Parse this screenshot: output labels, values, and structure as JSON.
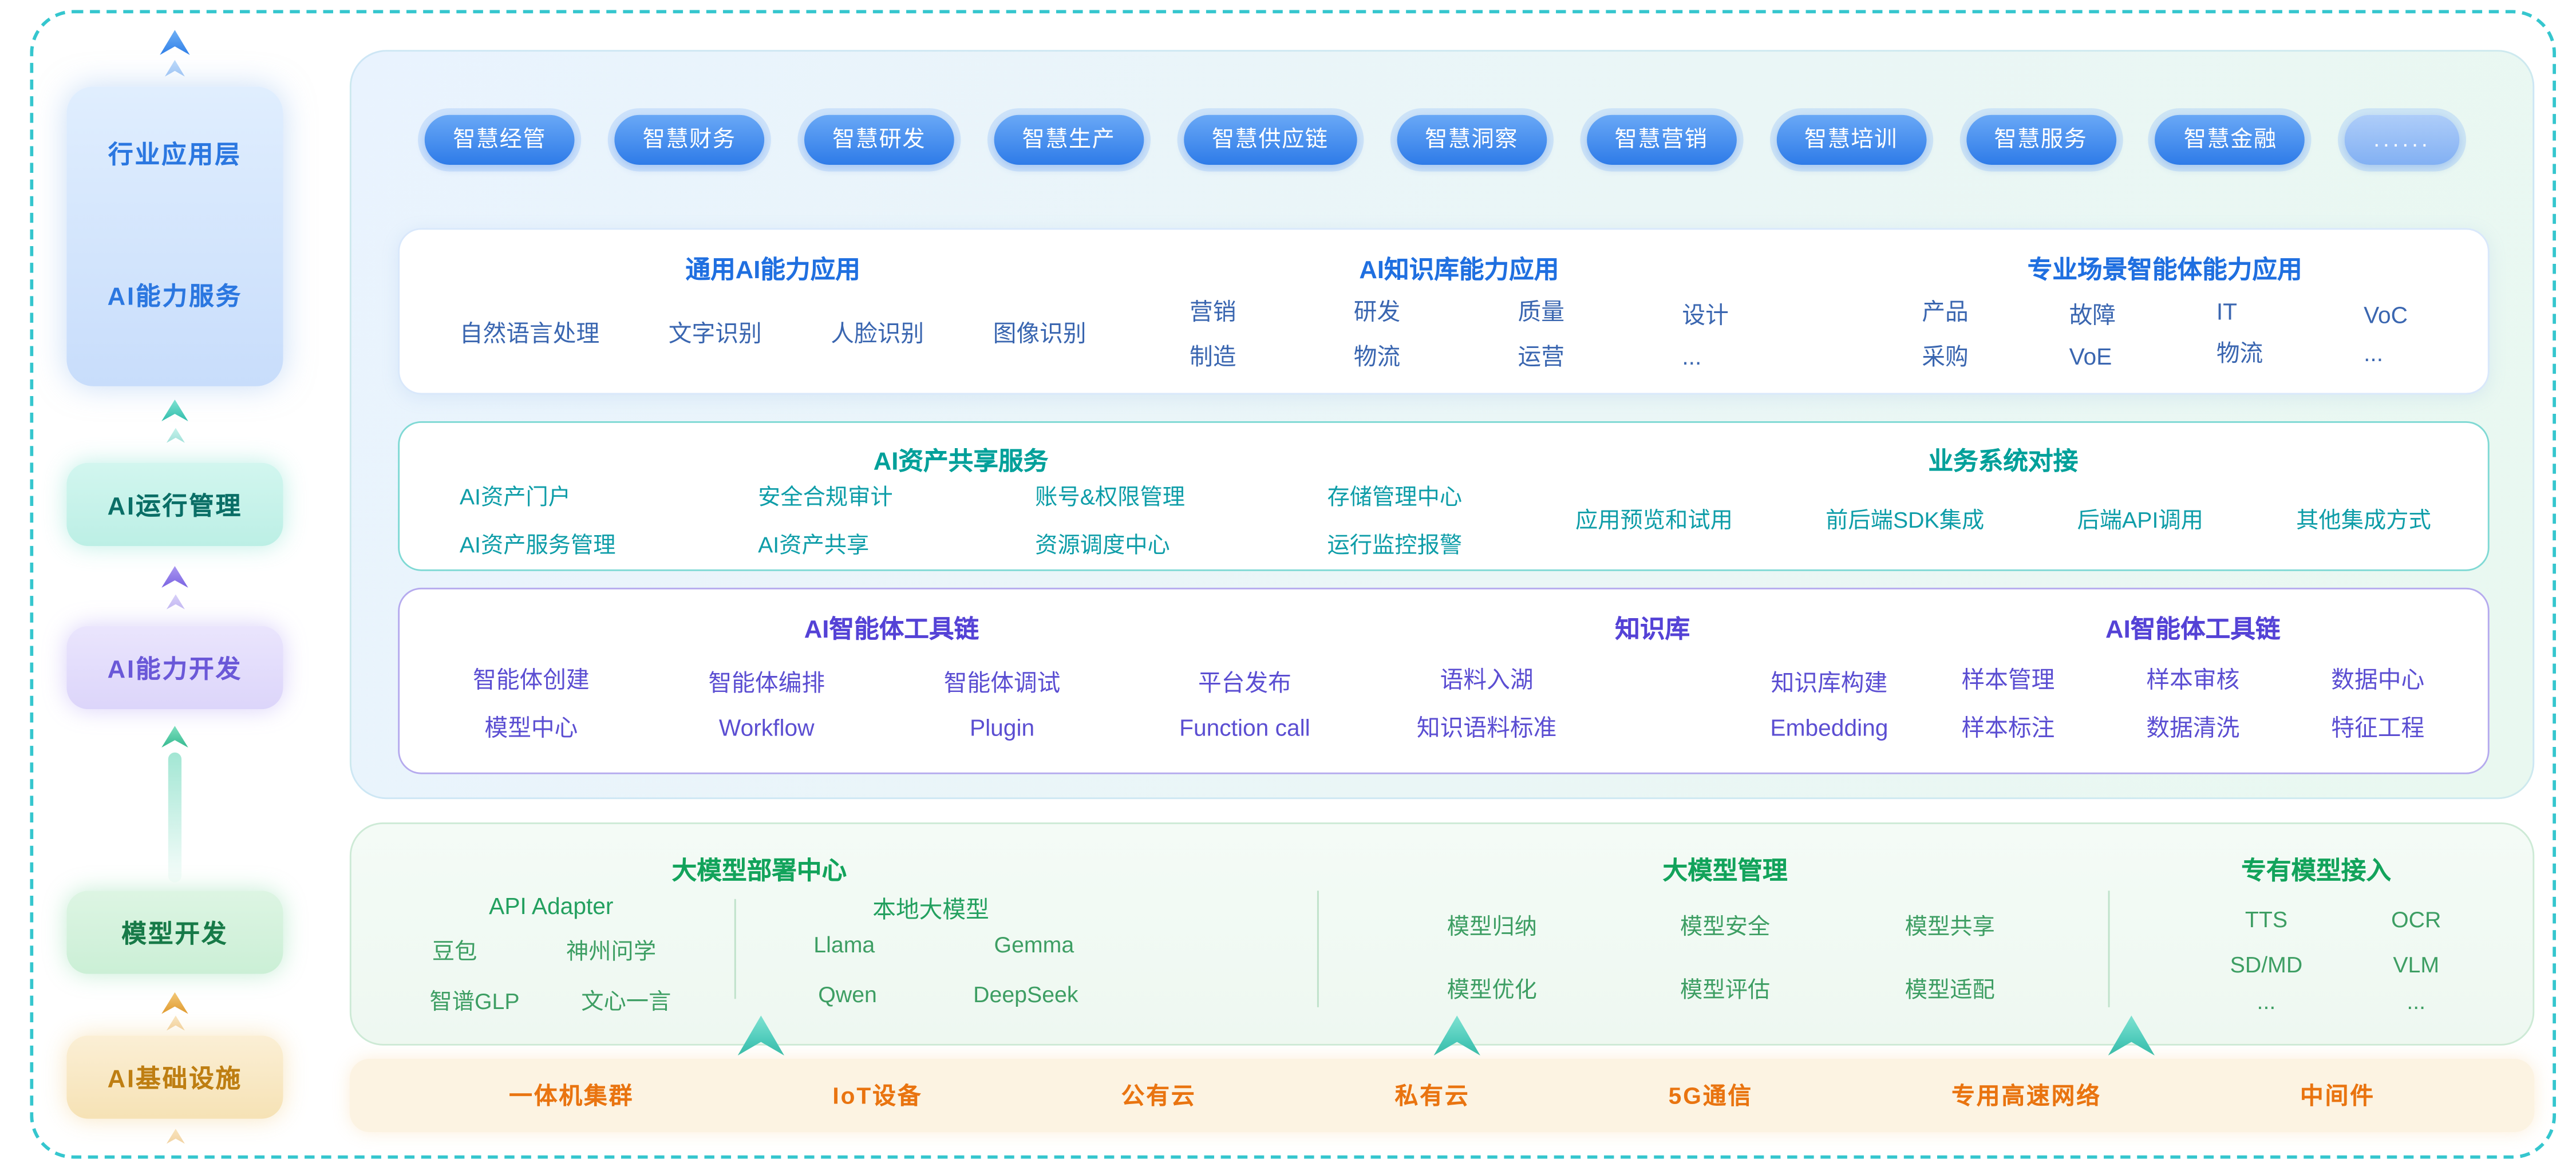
{
  "sidebar": {
    "app_top": "行业应用层",
    "app_bottom": "AI能力服务",
    "runtime": "AI运行管理",
    "dev": "AI能力开发",
    "model": "模型开发",
    "infra": "AI基础设施"
  },
  "pills": [
    "智慧经管",
    "智慧财务",
    "智慧研发",
    "智慧生产",
    "智慧供应链",
    "智慧洞察",
    "智慧营销",
    "智慧培训",
    "智慧服务",
    "智慧金融",
    "......"
  ],
  "capability": {
    "general": {
      "title": "通用AI能力应用",
      "items": [
        "自然语言处理",
        "文字识别",
        "人脸识别",
        "图像识别"
      ]
    },
    "knowledge": {
      "title": "AI知识库能力应用",
      "cols": [
        [
          "营销",
          "制造"
        ],
        [
          "研发",
          "物流"
        ],
        [
          "质量",
          "运营"
        ],
        [
          "设计",
          "..."
        ]
      ]
    },
    "scene": {
      "title": "专业场景智能体能力应用",
      "cols": [
        [
          "产品",
          "采购"
        ],
        [
          "故障",
          "VoE"
        ],
        [
          "IT",
          "物流"
        ],
        [
          "VoC",
          "..."
        ]
      ]
    }
  },
  "asset": {
    "share": {
      "title": "AI资产共享服务",
      "cols": [
        [
          "AI资产门户",
          "AI资产服务管理"
        ],
        [
          "安全合规审计",
          "AI资产共享"
        ],
        [
          "账号&权限管理",
          "资源调度中心"
        ],
        [
          "存储管理中心",
          "运行监控报警"
        ]
      ]
    },
    "integration": {
      "title": "业务系统对接",
      "items": [
        "应用预览和试用",
        "前后端SDK集成",
        "后端API调用",
        "其他集成方式"
      ]
    }
  },
  "toolchain": {
    "agent": {
      "title": "AI智能体工具链",
      "cols": [
        [
          "智能体创建",
          "模型中心"
        ],
        [
          "智能体编排",
          "Workflow"
        ],
        [
          "智能体调试",
          "Plugin"
        ],
        [
          "平台发布",
          "Function call"
        ]
      ]
    },
    "kb": {
      "title": "知识库",
      "cols": [
        [
          "语料入湖",
          "知识语料标准"
        ],
        [
          "知识库构建",
          "Embedding"
        ]
      ]
    },
    "data": {
      "title": "AI智能体工具链",
      "cols": [
        [
          "样本管理",
          "样本标注"
        ],
        [
          "样本审核",
          "数据清洗"
        ],
        [
          "数据中心",
          "特征工程"
        ]
      ]
    }
  },
  "models": {
    "deploy": {
      "title": "大模型部署中心",
      "api": {
        "title": "API Adapter",
        "items": [
          "豆包",
          "神州问学",
          "智谱GLP",
          "文心一言"
        ]
      },
      "local": {
        "title": "本地大模型",
        "items": [
          "Llama",
          "Gemma",
          "Qwen",
          "DeepSeek"
        ]
      }
    },
    "manage": {
      "title": "大模型管理",
      "items": [
        "模型归纳",
        "模型安全",
        "模型共享",
        "模型优化",
        "模型评估",
        "模型适配"
      ]
    },
    "private": {
      "title": "专有模型接入",
      "items": [
        "TTS",
        "OCR",
        "SD/MD",
        "VLM",
        "...",
        "..."
      ]
    }
  },
  "infra": {
    "items": [
      "一体机集群",
      "IoT设备",
      "公有云",
      "私有云",
      "5G通信",
      "专用高速网络",
      "中间件"
    ]
  }
}
